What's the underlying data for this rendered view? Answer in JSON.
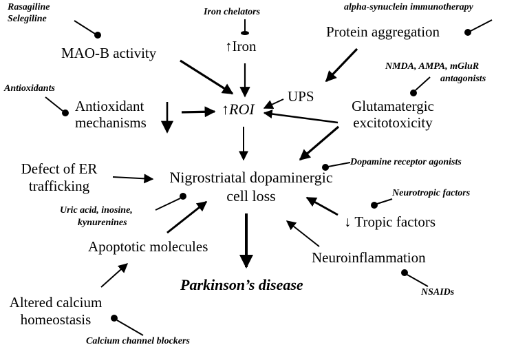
{
  "nodes": {
    "mao_b": "MAO-B activity",
    "iron": "↑Iron",
    "protein_aggregation": "Protein aggregation",
    "ups": "UPS",
    "roi": "↑ROI",
    "antioxidant_1": "Antioxidant",
    "antioxidant_2": "mechanisms",
    "glutamatergic_1": "Glutamatergic",
    "glutamatergic_2": "excitotoxicity",
    "er_defect_1": "Defect of ER",
    "er_defect_2": "trafficking",
    "cell_loss_1": "Nigrostriatal dopaminergic",
    "cell_loss_2": "cell loss",
    "tropic_factors": "Tropic factors",
    "apoptotic": "Apoptotic molecules",
    "neuroinflammation": "Neuroinflammation",
    "calcium_1": "Altered calcium",
    "calcium_2": "homeostasis",
    "parkinsons": "Parkinson’s disease"
  },
  "drugs": {
    "rasagiline": "Rasagiline",
    "selegiline": "Selegiline",
    "iron_chelators": "Iron chelators",
    "alpha_synuclein": "alpha-synuclein immunotherapy",
    "antioxidants": "Antioxidants",
    "nmda_1": "NMDA, AMPA, mGluR",
    "nmda_2": "antagonists",
    "dopamine_agonists": "Dopamine receptor agonists",
    "uric_1": "Uric acid, inosine,",
    "uric_2": "kynurenines",
    "neurotropic": "Neurotropic factors",
    "nsaids": "NSAIDs",
    "calcium_blockers": "Calcium channel blockers"
  },
  "colors": {
    "ink": "#000000",
    "background": "#ffffff"
  }
}
